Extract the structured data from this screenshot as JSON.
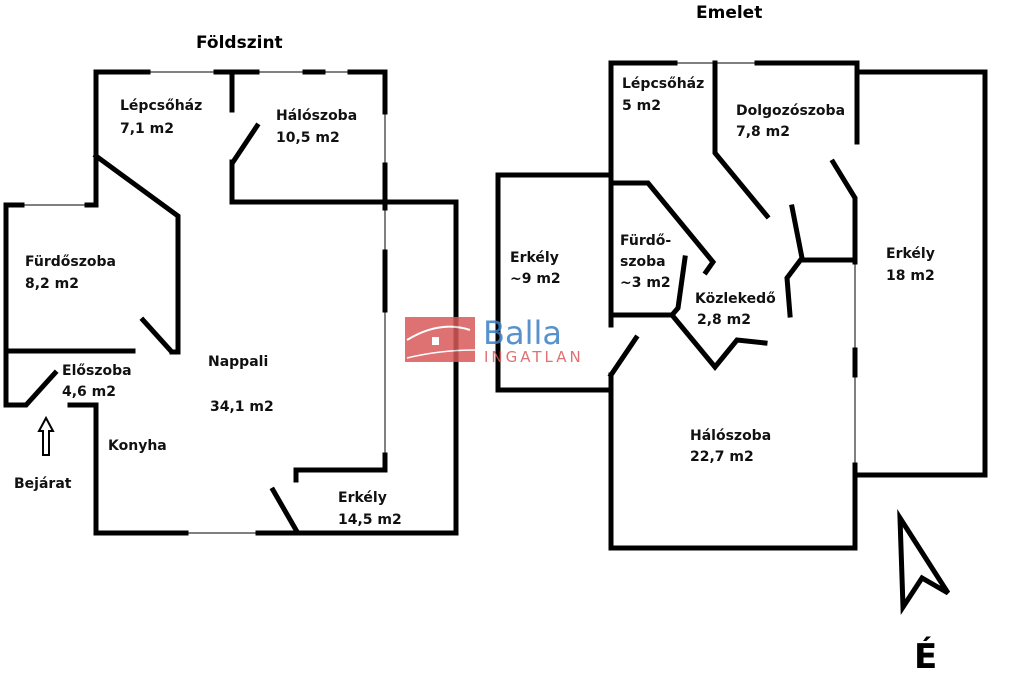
{
  "ground_floor": {
    "title": "Földszint",
    "rooms": [
      {
        "name": "Lépcsőház",
        "area": "7,1 m2"
      },
      {
        "name": "Hálószoba",
        "area": "10,5 m2"
      },
      {
        "name": "Fürdőszoba",
        "area": "8,2 m2"
      },
      {
        "name": "Előszoba",
        "area": "4,6 m2"
      },
      {
        "name": "Nappali",
        "area": "34,1 m2"
      },
      {
        "name": "Konyha"
      },
      {
        "name": "Erkély",
        "area": "14,5 m2"
      }
    ],
    "entrance_label": "Bejárat"
  },
  "upper_floor": {
    "title": "Emelet",
    "rooms": [
      {
        "name": "Lépcsőház",
        "area": "5 m2"
      },
      {
        "name": "Dolgozószoba",
        "area": "7,8 m2"
      },
      {
        "name": "Erkély",
        "area": "~9 m2"
      },
      {
        "name": "Fürdő-",
        "name2": "szoba",
        "area": "~3 m2"
      },
      {
        "name": "Közlekedő",
        "area": "2,8 m2"
      },
      {
        "name": "Erkély",
        "area": "18 m2"
      },
      {
        "name": "Hálószoba",
        "area": "22,7 m2"
      }
    ]
  },
  "north_label": "É",
  "watermark": {
    "brand": "Balla",
    "sub": "INGATLAN",
    "blue": "#3a7fc4",
    "red": "#d9595a"
  }
}
